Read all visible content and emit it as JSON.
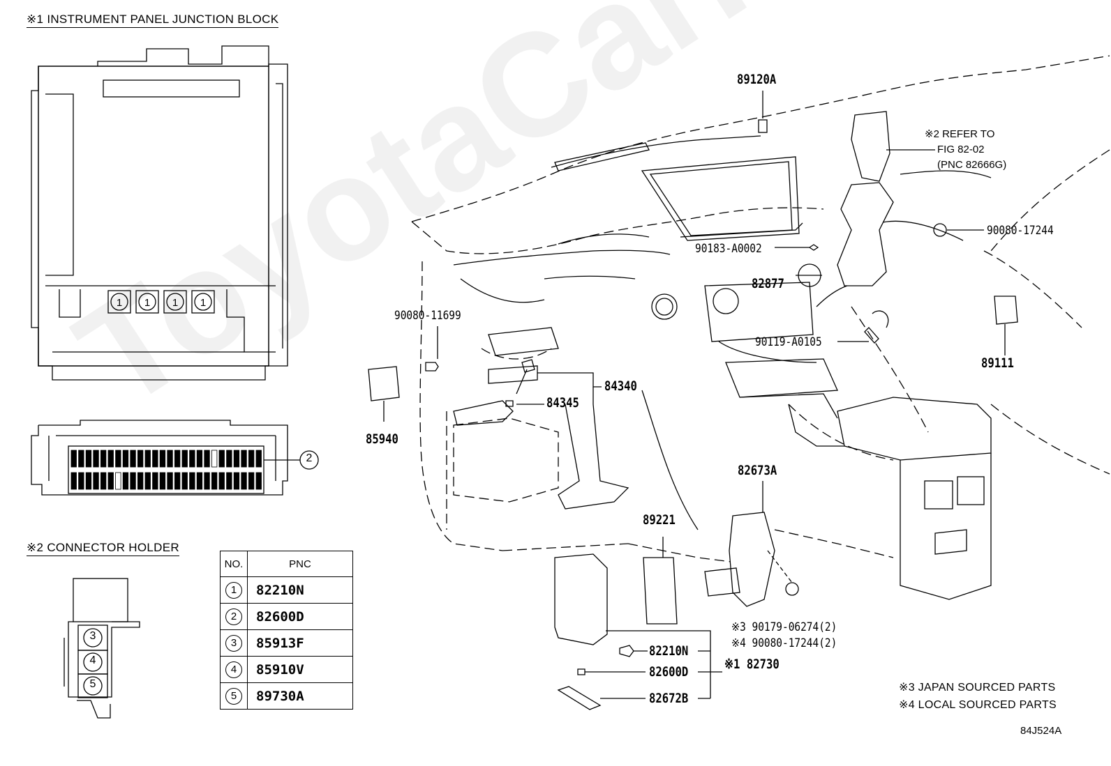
{
  "watermark": "ToyotaCarParts.ru",
  "figure_code": "84J524A",
  "section1": {
    "title": "※1 INSTRUMENT PANEL JUNCTION BLOCK",
    "slot_marker": "1",
    "connector_marker": "2"
  },
  "section2": {
    "title": "※2 CONNECTOR HOLDER",
    "slots": [
      "3",
      "4",
      "5"
    ]
  },
  "table": {
    "headers": [
      "NO.",
      "PNC"
    ],
    "rows": [
      {
        "no": "1",
        "pnc": "82210N"
      },
      {
        "no": "2",
        "pnc": "82600D"
      },
      {
        "no": "3",
        "pnc": "85913F"
      },
      {
        "no": "4",
        "pnc": "85910V"
      },
      {
        "no": "5",
        "pnc": "89730A"
      }
    ]
  },
  "parts": {
    "p89120A": "89120A",
    "refer_line1": "※2 REFER TO",
    "refer_line2": "FIG 82-02",
    "refer_line3": "(PNC 82666G)",
    "p90080_17244": "90080-17244",
    "p90183_A0002": "90183-A0002",
    "p82877": "82877",
    "p90119_A0105": "90119-A0105",
    "p89111": "89111",
    "p90080_11699": "90080-11699",
    "p84340": "84340",
    "p84345": "84345",
    "p85940": "85940",
    "p82673A": "82673A",
    "p89221": "89221",
    "p90179_06274": "※3 90179-06274(2)",
    "p90080_17244_2": "※4 90080-17244(2)",
    "p82210N": "82210N",
    "p82600D": "82600D",
    "p82672B": "82672B",
    "p82730": "※1 82730"
  },
  "notes": [
    "※3 JAPAN SOURCED PARTS",
    "※4 LOCAL SOURCED PARTS"
  ]
}
